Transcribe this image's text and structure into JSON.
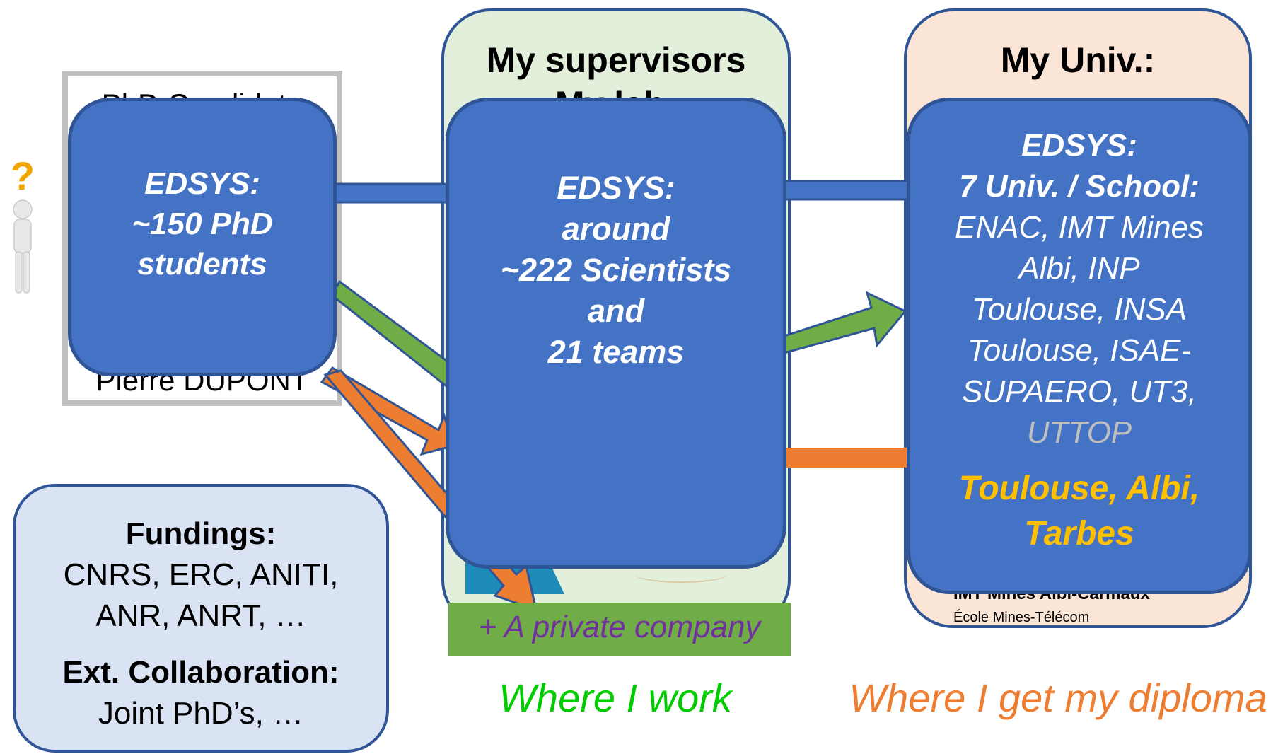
{
  "candidate": {
    "title": "PhD Candidate",
    "name": "Pierre DUPONT"
  },
  "labs": {
    "title_line1": "My supervisors",
    "title_line2": "My lab:"
  },
  "univ": {
    "title": "My Univ.:",
    "logo_text_line1": "IMT Mines Albi-Carmaux",
    "logo_text_line2": "École Mines-Télécom"
  },
  "students_box": {
    "line1": "EDSYS:",
    "line2": "~150 PhD",
    "line3": "students"
  },
  "scientists_box": {
    "line1": "EDSYS:",
    "line2": "around",
    "line3": "~222 Scientists",
    "line4": "and",
    "line5": "21 teams"
  },
  "univ_box": {
    "line1": "EDSYS:",
    "line2": "7 Univ. / School:",
    "line3": "ENAC, IMT Mines",
    "line4": "Albi, INP",
    "line5": "Toulouse, INSA",
    "line6": "Toulouse, ISAE-",
    "line7": "SUPAERO, UT3,",
    "line8": "UTTOP",
    "line9": "Toulouse, Albi,",
    "line10": "Tarbes"
  },
  "private_company": "+ A private company",
  "fundings": {
    "title": "Fundings:",
    "line1": "CNRS, ERC, ANITI,",
    "line2": "ANR, ANRT, …",
    "collab_title": "Ext. Collaboration:",
    "collab_line": "Joint PhD’s, …"
  },
  "captions": {
    "work": "Where I work",
    "diploma": "Where I get my diploma"
  },
  "colors": {
    "blue_box": "#4472c4",
    "green_arrow": "#70ad47",
    "orange_arrow": "#ed7d31",
    "work_caption": "#00cc00",
    "diploma_caption": "#ed7d31",
    "gold_text": "#ffc000",
    "grey_text": "#bfbfbf"
  }
}
